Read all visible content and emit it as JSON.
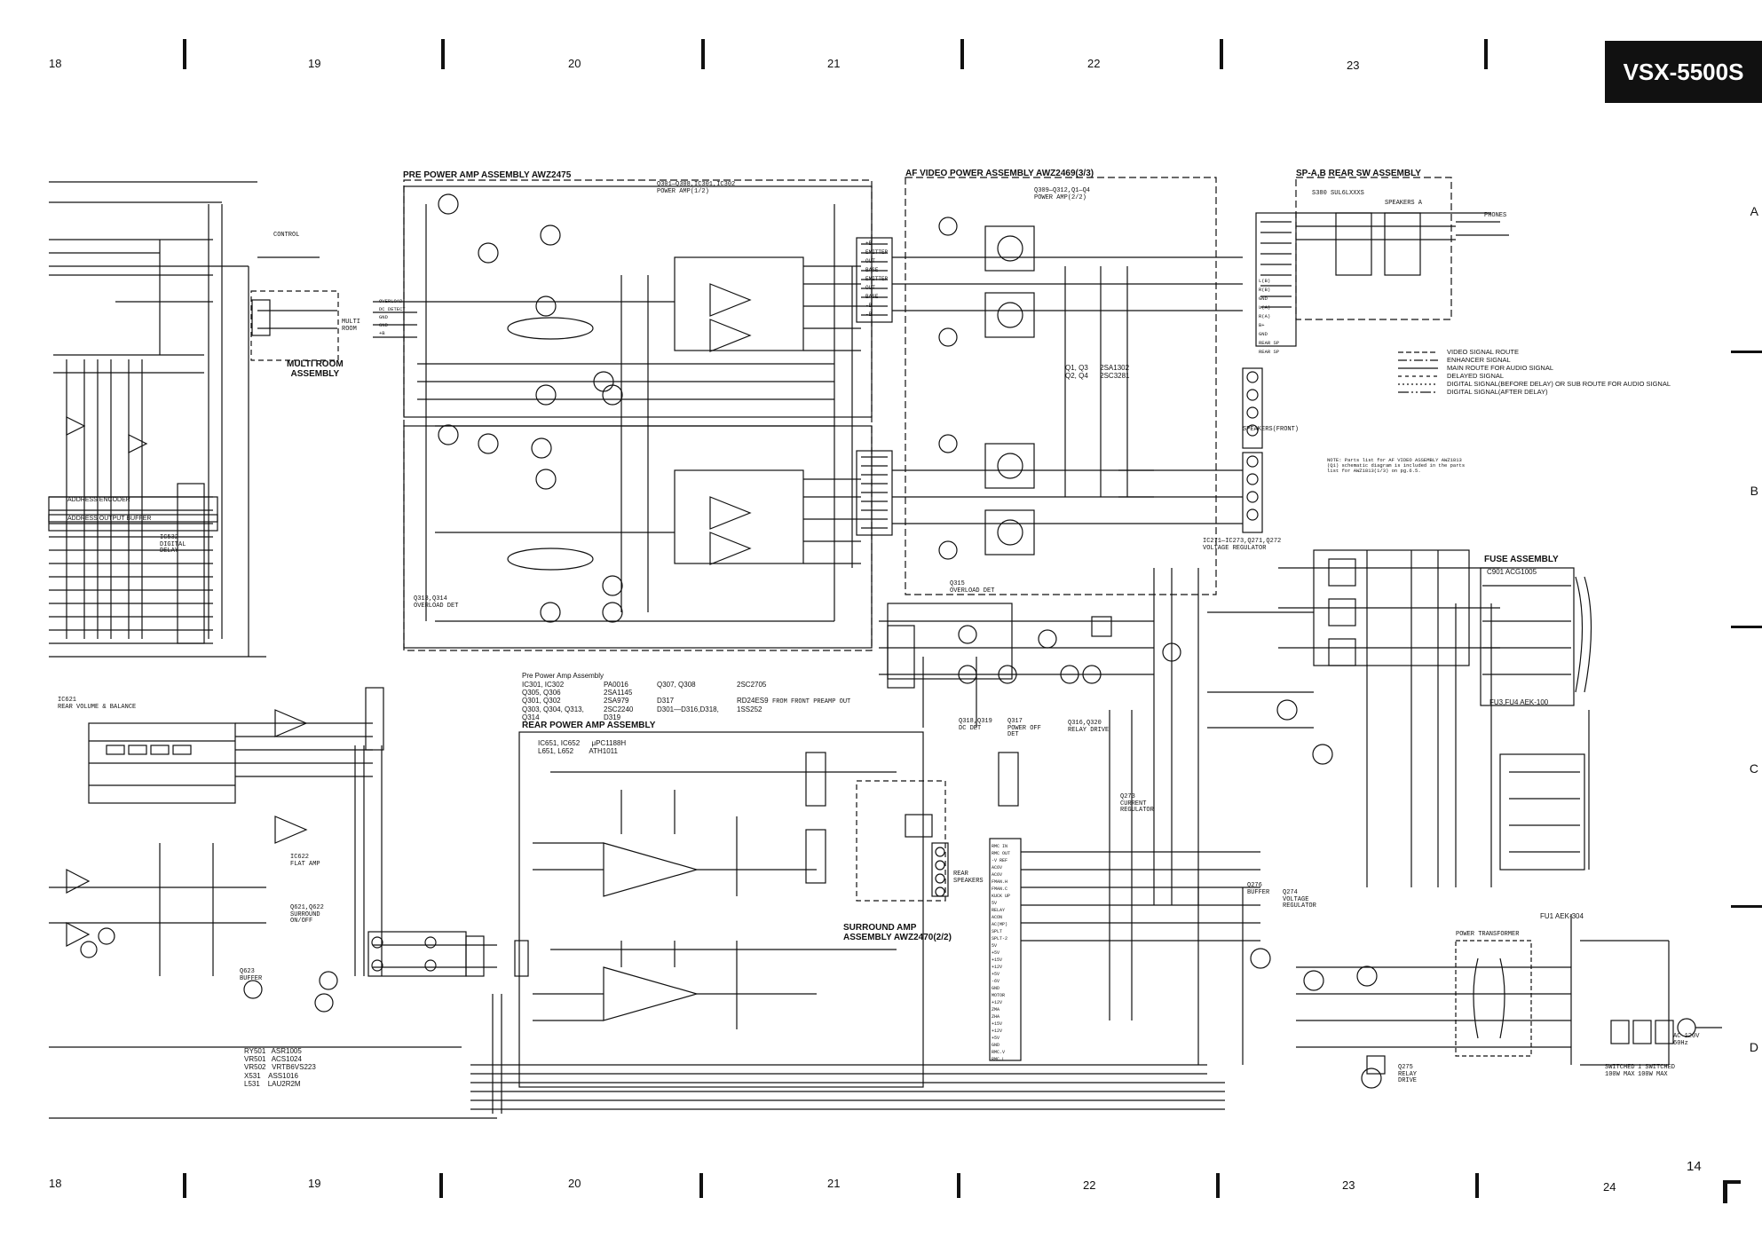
{
  "model": "VSX-5500S",
  "page_number": "14",
  "columns_top": [
    "18",
    "19",
    "20",
    "21",
    "22",
    "23"
  ],
  "columns_bottom": [
    "18",
    "19",
    "20",
    "21",
    "22",
    "23",
    "24"
  ],
  "rows": [
    "A",
    "B",
    "C",
    "D"
  ],
  "assemblies": {
    "pre_power": "PRE POWER AMP ASSEMBLY AWZ2475",
    "af_video": "AF VIDEO POWER ASSEMBLY AWZ2469(3/3)",
    "sp_rear_sw": "SP-A,B REAR SW ASSEMBLY",
    "fuse": "FUSE ASSEMBLY",
    "rear_power": "REAR POWER AMP ASSEMBLY",
    "surround_amp": "SURROUND AMP\nASSEMBLY AWZ2470(2/2)",
    "multi_room": "MULTI ROOM\nASSEMBLY"
  },
  "legend": [
    "VIDEO SIGNAL ROUTE",
    "ENHANCER SIGNAL",
    "MAIN ROUTE FOR AUDIO SIGNAL",
    "DELAYED SIGNAL",
    "DIGITAL SIGNAL(BEFORE DELAY) OR SUB ROUTE FOR AUDIO SIGNAL",
    "DIGITAL SIGNAL(AFTER DELAY)"
  ],
  "note": "NOTE: Parts list for AF VIDEO ASSEMBLY AWZ1813\n(Q1) schematic diagram is included in the parts\nlist for AWZ1813(1/3) on pg.6.5.",
  "transistor_list": "Q1, Q3      2SA1302\nQ2, Q4      2SC3281",
  "pre_power_parts": {
    "heading": "Pre Power Amp Assembly",
    "col1": "IC301, IC302\nQ305, Q306\nQ301, Q302\nQ303, Q304, Q313,\nQ314",
    "col2": "PA0016\n2SA1145\n2SA979\n2SC2240\nD319",
    "col3": "Q307, Q308\n\nD317\nD301—D316,D318,",
    "col4": "2SC2705\n\nRD24ES9\n1SS252"
  },
  "rear_parts": "IC651, IC652      μPC1188H\nL651, L652        ATH1011",
  "bottom_parts": "RY501   ASR1005\nVR501   ACS1024\nVR502   VRTB6VS223\nX531    ASS1016\nL531    LAU2R2M",
  "fuse_parts": {
    "c901": "C901   ACG1005",
    "fu3_fu4": "FU3,FU4 AEK-100",
    "fu1": "FU1 AEK-304"
  },
  "section_labels": {
    "q301": "Q301—Q308,IC301,IC302\nPOWER AMP(1/2)",
    "q309": "Q309—Q312,Q1—Q4\nPOWER AMP(2/2)",
    "ic271": "IC271—IC273,Q271,Q272\nVOLTAGE REGULATOR",
    "q313": "Q313,Q314\nOVERLOAD DET",
    "q315": "Q315\nOVERLOAD DET",
    "q318": "Q318,Q319\nDC DET",
    "q317": "Q317\nPOWER OFF\nDET",
    "q316": "Q316,Q320\nRELAY DRIVE",
    "q273": "Q273\nCURRENT\nREGULATOR",
    "q276": "Q276\nBUFFER",
    "q274": "Q274\nVOLTAGE\nREGULATOR",
    "q275": "Q275\nRELAY\nDRIVE",
    "ic621": "IC621\nREAR VOLUME & BALANCE",
    "ic622": "IC622\nFLAT AMP",
    "q621": "Q621,Q622\nSURROUND\nON/OFF",
    "q623": "Q623\nBUFFER",
    "ic532": "IC532\nDIGITAL\nDELAY",
    "speakers_front": "SPEAKERS(FRONT)",
    "phones": "PHONES",
    "control": "CONTROL",
    "multi": "MULTI\nROOM",
    "rear_speakers": "REAR\nSPEAKERS",
    "power_transformer": "POWER TRANSFORMER",
    "ac_outlet": "AC 120V\n60Hz",
    "address_encoder": "ADDRESS ENCODER",
    "address_output_buffer": "ADDRESS OUTPUT BUFFER",
    "front_preamp": "FROM FRONT PREAMP OUT",
    "switched": "SWITCHED\n100W MAX",
    "unswitched": "1 SWITCHED\n100W MAX",
    "speaker_a": "SPEAKERS A",
    "s380": "S380     SUL6LXXXS"
  },
  "connector_pins_af": [
    "+B",
    "EMITTER",
    "OUT",
    "BASE",
    "EMITTER",
    "OUT",
    "BASE",
    "-B",
    "-B"
  ],
  "connector_pins_cn": [
    "OVERLOAD",
    "DC DETECT",
    "GND",
    "GND",
    "+B"
  ],
  "connector_pins_cn11": [
    "RMC IN",
    "RMC OUT",
    "-V REF",
    "AC6V",
    "AC6V",
    "FMAN.H",
    "FMAN.C",
    "KUCK UP",
    "5V",
    "RELAY",
    "ACON",
    "AC(MP)",
    "SPLT",
    "SPLT-2",
    "5V",
    "+5V",
    "+15V",
    "+12V",
    "+5V",
    "-6V",
    "GND",
    "MOTOR",
    "+12V",
    "ZMA",
    "ZHA",
    "+15V",
    "+12V",
    "+5V",
    "GND",
    "RMC.V",
    "RMC.L"
  ],
  "sp_pins": [
    "L(B)",
    "R(B)",
    "GND",
    "L(A)",
    "R(A)",
    "B+",
    "GND",
    "REAR SP",
    "REAR SP"
  ]
}
